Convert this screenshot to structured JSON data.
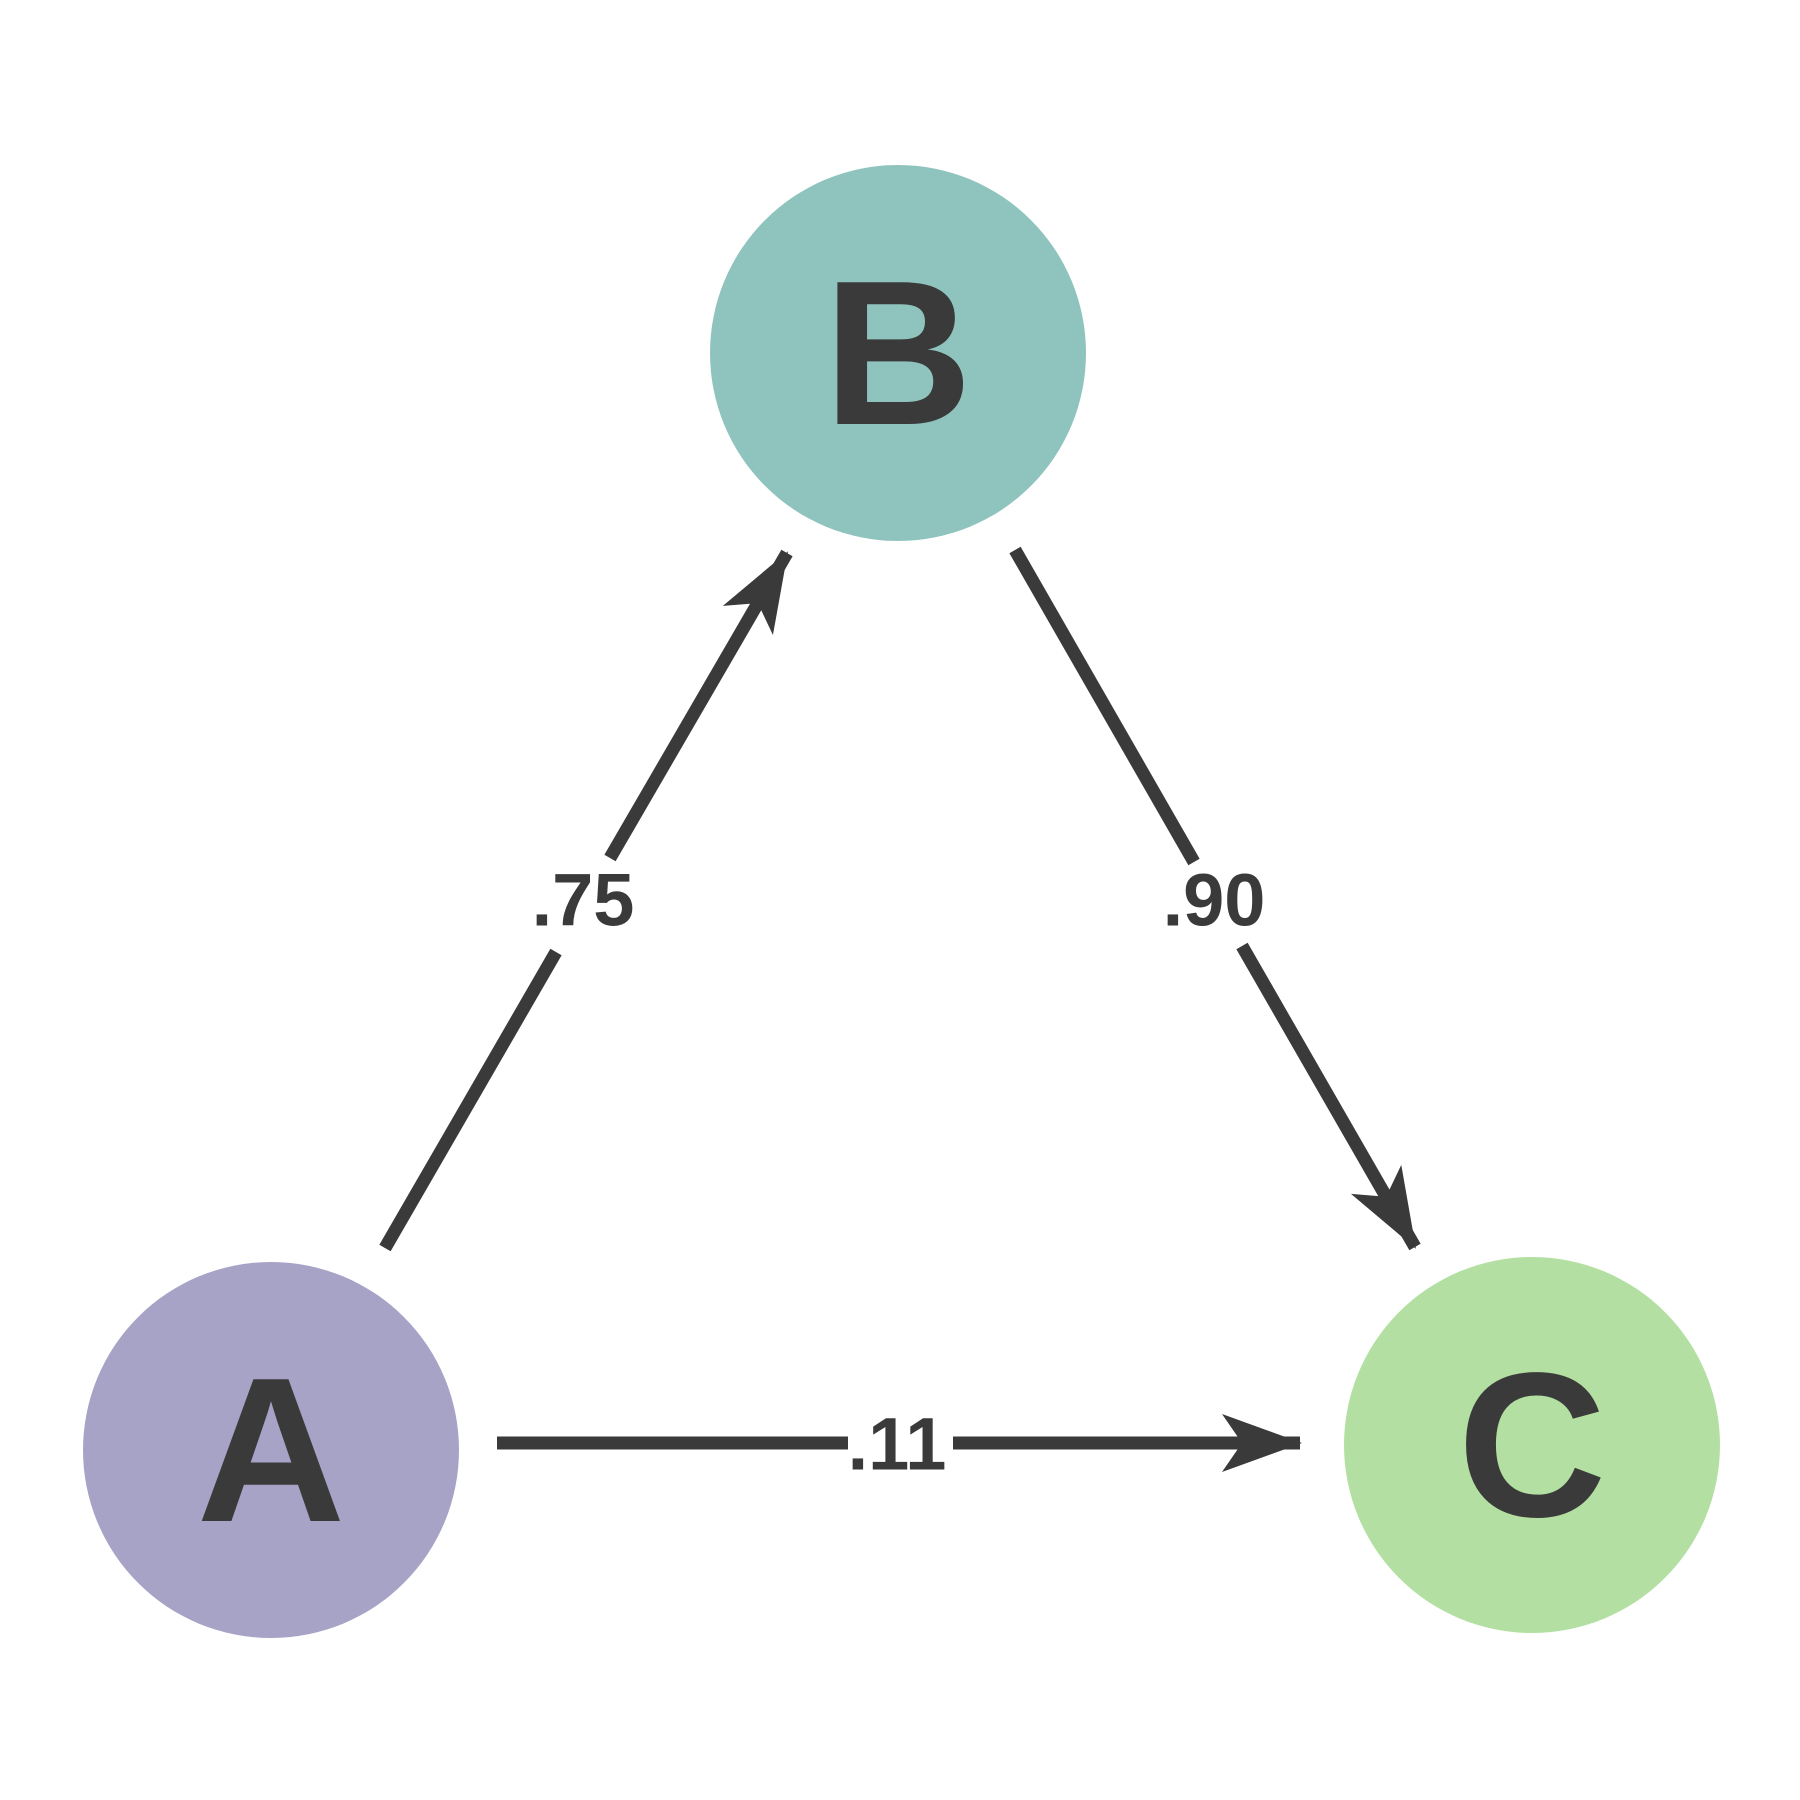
{
  "diagram": {
    "nodes": {
      "a": {
        "label": "A",
        "color": "#a6a3c7"
      },
      "b": {
        "label": "B",
        "color": "#8fc4be"
      },
      "c": {
        "label": "C",
        "color": "#b3e0a2"
      }
    },
    "edges": {
      "a_to_b": {
        "from": "A",
        "to": "B",
        "weight": ".75"
      },
      "b_to_c": {
        "from": "B",
        "to": "C",
        "weight": ".90"
      },
      "a_to_c": {
        "from": "A",
        "to": "C",
        "weight": ".11"
      }
    },
    "colors": {
      "ink": "#3a3a3a",
      "background": "#ffffff"
    }
  }
}
